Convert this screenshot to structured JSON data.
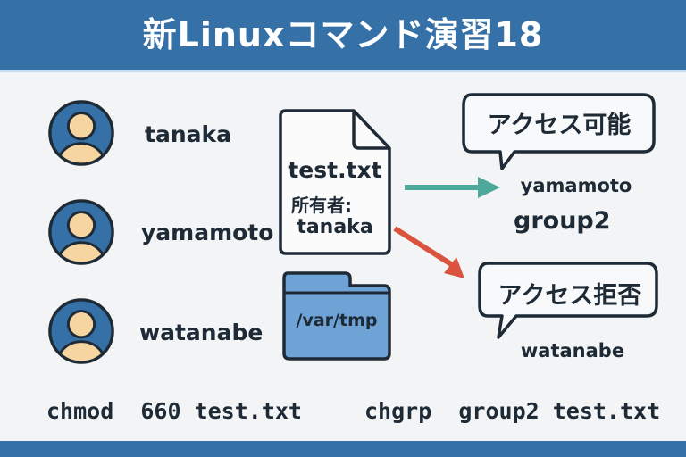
{
  "header": {
    "title": "新Linuxコマンド演習18"
  },
  "users": [
    {
      "name": "tanaka",
      "icon": "user-avatar-icon"
    },
    {
      "name": "yamamoto",
      "icon": "user-avatar-icon"
    },
    {
      "name": "watanabe",
      "icon": "user-avatar-icon"
    }
  ],
  "file": {
    "icon": "document-icon",
    "name": "test.txt",
    "owner_label": "所有者:",
    "owner": "tanaka"
  },
  "folder": {
    "icon": "folder-icon",
    "path": "/var/tmp"
  },
  "access_allowed": {
    "bubble_text": "アクセス可能",
    "user": "yamamoto",
    "group": "group2",
    "arrow_color": "#4ea99a"
  },
  "access_denied": {
    "bubble_text": "アクセス拒否",
    "user": "watanabe",
    "arrow_color": "#d9533f"
  },
  "commands": {
    "chmod": "chmod  660 test.txt",
    "chgrp": "chgrp  group2 test.txt"
  },
  "colors": {
    "header_bg": "#3570a6",
    "avatar_bg": "#3570a6",
    "avatar_skin": "#f6d5a0",
    "folder_fill": "#6fa3d6",
    "background": "#f3f4f5"
  }
}
